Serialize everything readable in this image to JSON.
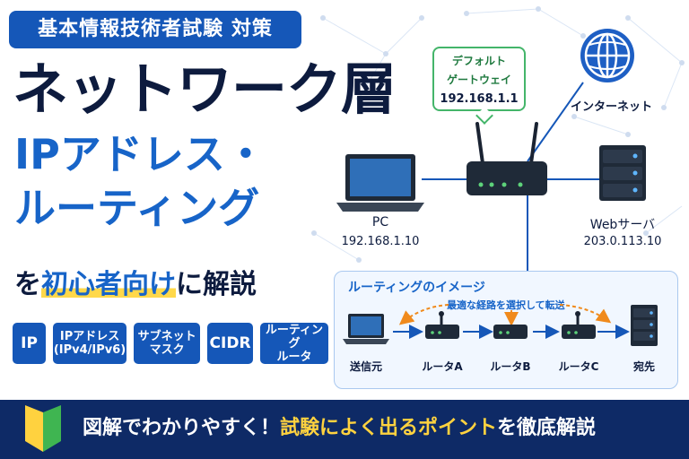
{
  "exam_badge": "基本情報技術者試験 対策",
  "title": "ネットワーク層",
  "subtitle": [
    "IPアドレス・",
    "ルーティング"
  ],
  "lead": {
    "pre": "を",
    "highlight": "初心者向け",
    "post": "に解説"
  },
  "keywords": [
    {
      "label": "IP"
    },
    {
      "label": "IPアドレス\n(IPv4/IPv6)"
    },
    {
      "label": "サブネット\nマスク"
    },
    {
      "label": "CIDR"
    },
    {
      "label": "ルーティング\nルータ"
    }
  ],
  "network": {
    "gateway": {
      "line1": "デフォルト",
      "line2": "ゲートウェイ",
      "ip": "192.168.1.1"
    },
    "internet": "インターネット",
    "pc": {
      "name": "PC",
      "ip": "192.168.1.10"
    },
    "server": {
      "name": "Webサーバ",
      "ip": "203.0.113.10"
    }
  },
  "routing_image": {
    "title": "ルーティングのイメージ",
    "note": "最適な経路を選択して転送",
    "nodes": [
      "送信元",
      "ルータA",
      "ルータB",
      "ルータC",
      "宛先"
    ]
  },
  "banner": {
    "part1": "図解でわかりやすく！",
    "part2": "試験によく出るポイント",
    "part3": "を徹底解説"
  },
  "colors": {
    "navy": "#0e2a66",
    "blue": "#1557b8",
    "accent_yellow": "#ffd23f",
    "green": "#44b56a",
    "orange": "#f08a1c"
  },
  "icons": [
    "globe-icon",
    "router-icon",
    "laptop-icon",
    "server-icon",
    "beginner-mark-icon"
  ]
}
